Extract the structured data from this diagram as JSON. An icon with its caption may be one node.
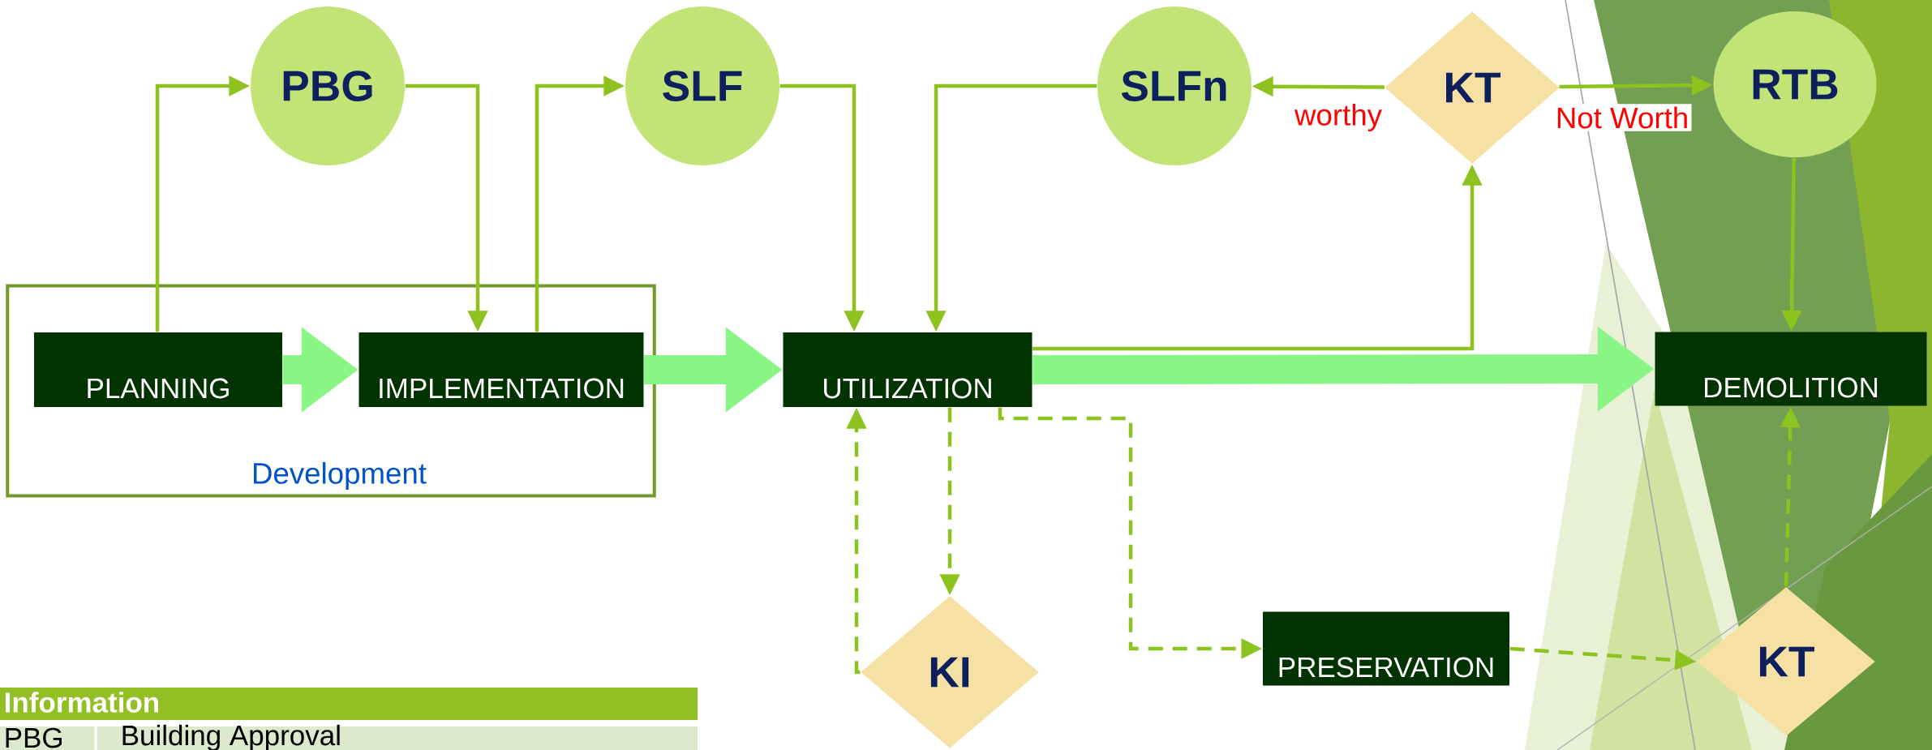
{
  "diagram": {
    "nodes": [
      {
        "text": [
          "Development"
        ]
      },
      {
        "text": [
          "PLANNING"
        ],
        "in": 0
      },
      {
        "text": [
          "IMPLEMENTATION"
        ],
        "in": 0
      },
      {
        "text": [
          "UTILIZATION"
        ]
      },
      {
        "text": [
          "DEMOLITION"
        ]
      },
      {
        "text": [
          "PBG"
        ]
      },
      {
        "text": [
          "SLF"
        ]
      },
      {
        "text": [
          "SLFn"
        ]
      },
      {
        "text": [
          "KT"
        ]
      },
      {
        "text": [
          "RTB"
        ]
      },
      {
        "text": [
          "KI"
        ]
      },
      {
        "text": [
          "PRESERVATION"
        ]
      },
      {
        "text": [
          "KT"
        ]
      }
    ],
    "edges": [
      {
        "from": 1,
        "to": 5,
        "arrow": "to"
      },
      {
        "from": 5,
        "to": 2,
        "arrow": "to"
      },
      {
        "from": 2,
        "to": 6,
        "arrow": "to"
      },
      {
        "from": 6,
        "to": 3,
        "arrow": "to"
      },
      {
        "from": 7,
        "to": 3,
        "arrow": "to"
      },
      {
        "from": 3,
        "to": 8,
        "arrow": "to"
      },
      {
        "from": 8,
        "to": 7,
        "arrow": "to",
        "label": "worthy"
      },
      {
        "from": 8,
        "to": 9,
        "arrow": "to",
        "label": "Not Worth"
      },
      {
        "from": 9,
        "to": 4,
        "arrow": "to"
      },
      {
        "from": 1,
        "to": 2,
        "arrow": "to",
        "style": "thick",
        "color": "#88f585"
      },
      {
        "from": 2,
        "to": 3,
        "arrow": "to",
        "style": "thick",
        "color": "#88f585"
      },
      {
        "from": 3,
        "to": 4,
        "arrow": "to",
        "style": "thick",
        "color": "#88f585"
      },
      {
        "from": 3,
        "to": 10,
        "arrow": "to",
        "style": "dashed"
      },
      {
        "from": 10,
        "to": 3,
        "arrow": "to",
        "style": "dashed"
      },
      {
        "from": 3,
        "to": 11,
        "arrow": "to",
        "style": "dashed"
      },
      {
        "from": 11,
        "to": 12,
        "arrow": "to",
        "style": "dashed"
      },
      {
        "from": 12,
        "to": 4,
        "arrow": "to",
        "style": "dashed"
      }
    ],
    "labels": [
      "Information",
      "PBG",
      "Building Approval"
    ]
  }
}
